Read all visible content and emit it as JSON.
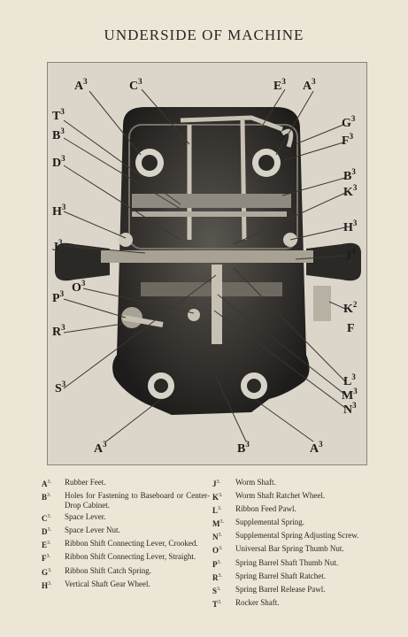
{
  "title": "UNDERSIDE OF MACHINE",
  "callouts": [
    {
      "letter": "A",
      "sup": "3"
    },
    {
      "letter": "C",
      "sup": "3"
    },
    {
      "letter": "E",
      "sup": "3"
    },
    {
      "letter": "A",
      "sup": "3"
    },
    {
      "letter": "T",
      "sup": "3"
    },
    {
      "letter": "G",
      "sup": "3"
    },
    {
      "letter": "B",
      "sup": "3"
    },
    {
      "letter": "F",
      "sup": "3"
    },
    {
      "letter": "D",
      "sup": "3"
    },
    {
      "letter": "B",
      "sup": "3"
    },
    {
      "letter": "K",
      "sup": "3"
    },
    {
      "letter": "H",
      "sup": "3"
    },
    {
      "letter": "H",
      "sup": "3"
    },
    {
      "letter": "J",
      "sup": "3"
    },
    {
      "letter": "J",
      "sup": "3"
    },
    {
      "letter": "O",
      "sup": "3"
    },
    {
      "letter": "P",
      "sup": "3"
    },
    {
      "letter": "K",
      "sup": "2"
    },
    {
      "letter": "R",
      "sup": "3"
    },
    {
      "letter": "F",
      "sup": ""
    },
    {
      "letter": "S",
      "sup": "3"
    },
    {
      "letter": "L",
      "sup": "3"
    },
    {
      "letter": "M",
      "sup": "3"
    },
    {
      "letter": "N",
      "sup": "3"
    },
    {
      "letter": "A",
      "sup": "3"
    },
    {
      "letter": "B",
      "sup": "3"
    },
    {
      "letter": "A",
      "sup": "3"
    }
  ],
  "legend_left": [
    {
      "key": "A",
      "sup": "3.",
      "desc": "Rubber Feet."
    },
    {
      "key": "B",
      "sup": "3.",
      "desc": "Holes for Fastening to Baseboard or Center-Drop Cabinet."
    },
    {
      "key": "C",
      "sup": "3.",
      "desc": "Space Lever."
    },
    {
      "key": "D",
      "sup": "3.",
      "desc": "Space Lever Nut."
    },
    {
      "key": "E",
      "sup": "3.",
      "desc": "Ribbon Shift Connecting Lever, Crooked."
    },
    {
      "key": "F",
      "sup": "3.",
      "desc": "Ribbon Shift Connecting Lever, Straight."
    },
    {
      "key": "G",
      "sup": "3.",
      "desc": "Ribbon Shift Catch Spring."
    },
    {
      "key": "H",
      "sup": "3.",
      "desc": "Vertical Shaft Gear Wheel."
    }
  ],
  "legend_right": [
    {
      "key": "J",
      "sup": "3.",
      "desc": "Worm Shaft."
    },
    {
      "key": "K",
      "sup": "3.",
      "desc": "Worm Shaft Ratchet Wheel."
    },
    {
      "key": "L",
      "sup": "3.",
      "desc": "Ribbon Feed Pawl."
    },
    {
      "key": "M",
      "sup": "3.",
      "desc": "Supplemental Spring."
    },
    {
      "key": "N",
      "sup": "3.",
      "desc": "Supplemental Spring Adjusting Screw."
    },
    {
      "key": "O",
      "sup": "3.",
      "desc": "Universal Bar Spring Thumb Nut."
    },
    {
      "key": "P",
      "sup": "3.",
      "desc": "Spring Barrel Shaft Thumb Nut."
    },
    {
      "key": "R",
      "sup": "3.",
      "desc": "Spring Barrel Shaft Ratchet."
    },
    {
      "key": "S",
      "sup": "3.",
      "desc": "Spring Barrel Release Pawl."
    },
    {
      "key": "T",
      "sup": "3.",
      "desc": "Rocker Shaft."
    }
  ]
}
